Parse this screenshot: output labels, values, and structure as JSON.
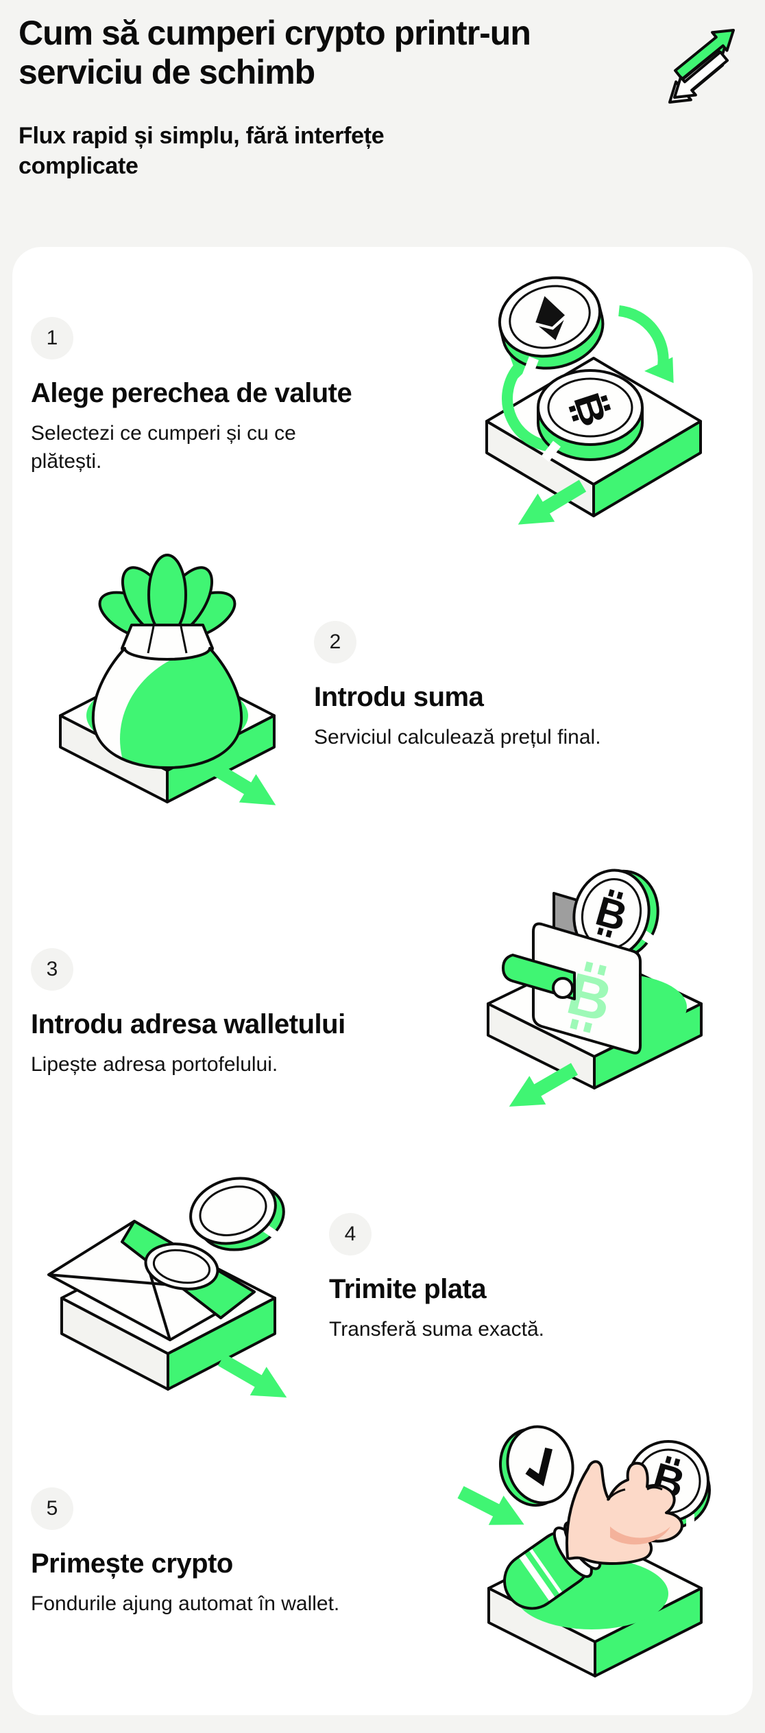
{
  "header": {
    "title": "Cum să cumperi crypto printr-un serviciu de schimb",
    "subtitle": "Flux rapid și simplu, fără interfețe complicate",
    "icon": "exchange-arrows-icon"
  },
  "colors": {
    "accent_green": "#40F573",
    "page_background": "#F4F4F2",
    "card_background": "#FFFFFF",
    "badge_background": "#F3F3F1",
    "text": "#0B0B0B",
    "skin": "#FCD9C8"
  },
  "steps": [
    {
      "number": "1",
      "title": "Alege perechea de valute",
      "description": "Selectezi ce cumperi și cu ce plătești.",
      "illustration": "currency-pair-exchange-illustration"
    },
    {
      "number": "2",
      "title": "Introdu suma",
      "description": "Serviciul calculează prețul final.",
      "illustration": "money-bag-illustration"
    },
    {
      "number": "3",
      "title": "Introdu adresa walletului",
      "description": "Lipește adresa portofelului.",
      "illustration": "wallet-bitcoin-illustration"
    },
    {
      "number": "4",
      "title": "Trimite plata",
      "description": "Transferă suma exactă.",
      "illustration": "envelope-payment-illustration"
    },
    {
      "number": "5",
      "title": "Primește crypto",
      "description": "Fondurile ajung automat în wallet.",
      "illustration": "hand-receiving-crypto-illustration"
    }
  ]
}
